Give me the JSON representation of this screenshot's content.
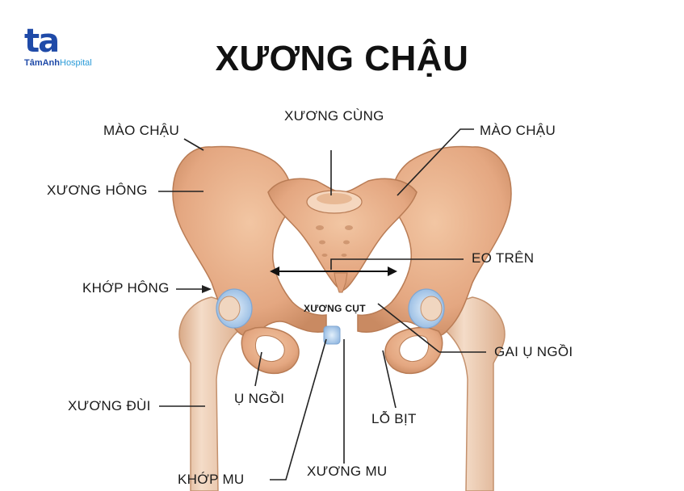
{
  "brand": {
    "mark": "ta",
    "name_primary": "TâmAnh",
    "name_secondary": "Hospital"
  },
  "title": "XƯƠNG CHẬU",
  "labels": {
    "xuong_cung": "XƯƠNG CÙNG",
    "mao_chau_left": "MÀO CHẬU",
    "mao_chau_right": "MÀO CHẬU",
    "xuong_hong": "XƯƠNG HÔNG",
    "eo_tren": "EO TRÊN",
    "khop_hong": "KHỚP HÔNG",
    "xuong_cut": "XƯƠNG CỤT",
    "gai_u_ngoi": "GAI Ụ NGỒI",
    "xuong_dui": "XƯƠNG ĐÙI",
    "u_ngoi": "Ụ NGỒI",
    "lo_bit": "LỖ BỊT",
    "khop_mu": "KHỚP MU",
    "xuong_mu": "XƯƠNG MU"
  },
  "colors": {
    "bone_main": "#e7b08a",
    "bone_dark": "#c98a62",
    "bone_light": "#f3cfb2",
    "femur": "#eed4bf",
    "cartilage": "#a9c9ea",
    "brand_blue": "#1f4aa8",
    "line": "#222222"
  }
}
